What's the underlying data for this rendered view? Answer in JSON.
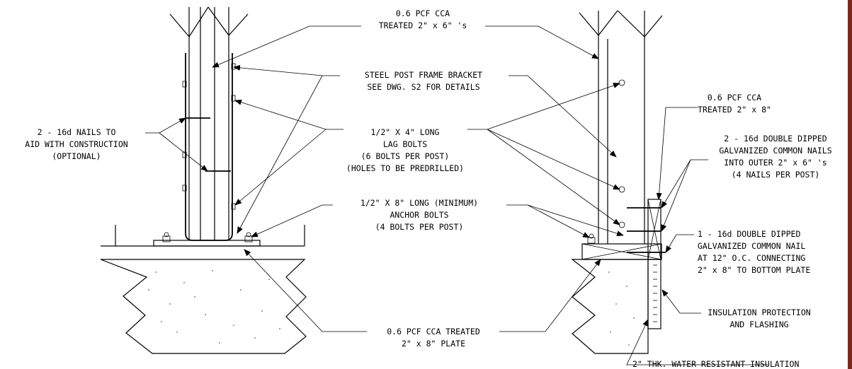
{
  "accent_colors": {
    "edge_bar": "#7a2a1c",
    "ink": "#000000",
    "concrete_speckle": "#888888"
  },
  "labels": {
    "cca_2x6": [
      "0.6 PCF CCA",
      "TREATED 2\" x 6\" 's"
    ],
    "bracket": [
      "STEEL POST FRAME BRACKET",
      "SEE DWG. S2 FOR DETAILS"
    ],
    "nails_aid": [
      "2 - 16d NAILS TO",
      "AID WITH CONSTRUCTION",
      "(OPTIONAL)"
    ],
    "lag_bolts": [
      "1/2\" X 4\" LONG",
      "LAG BOLTS",
      "(6 BOLTS PER POST)",
      "(HOLES TO BE PREDRILLED)"
    ],
    "anchor_bolts": [
      "1/2\" X 8\" LONG (MINIMUM)",
      "ANCHOR BOLTS",
      "(4 BOLTS PER POST)"
    ],
    "plate": [
      "0.6 PCF CCA TREATED",
      "2\" x 8\" PLATE"
    ],
    "cca_2x8": [
      "0.6 PCF CCA",
      "TREATED 2\" x 8\""
    ],
    "double_dipped_outer": [
      "2 - 16d DOUBLE DIPPED",
      "GALVANIZED COMMON NAILS",
      "INTO OUTER 2\" x 6\" 's",
      "(4 NAILS PER POST)"
    ],
    "double_dipped_single": [
      "1 - 16d DOUBLE DIPPED",
      "GALVANIZED COMMON NAIL",
      "AT 12\" O.C. CONNECTING",
      "2\" x 8\" TO BOTTOM PLATE"
    ],
    "insulation_protection": [
      "INSULATION PROTECTION",
      "AND FLASHING"
    ],
    "insulation": [
      "2\" THK. WATER RESISTANT INSULATION"
    ]
  }
}
